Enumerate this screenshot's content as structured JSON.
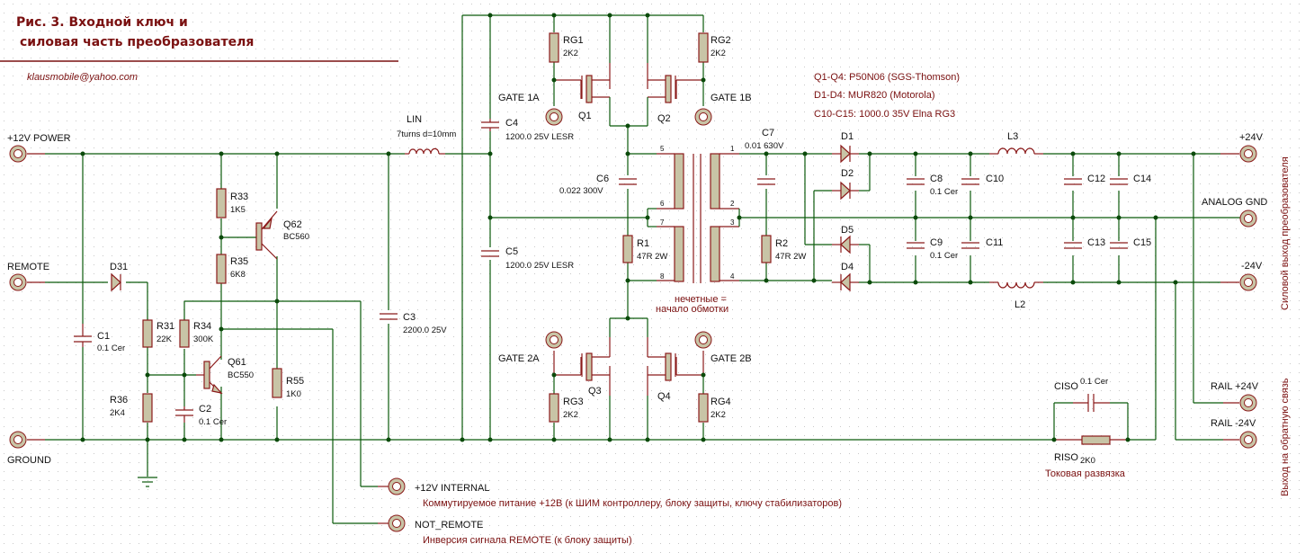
{
  "title": {
    "line1": "Рис. 3. Входной ключ и",
    "line2": "силовая часть преобразователя"
  },
  "author_email": "klausmobile@yahoo.com",
  "notes": {
    "q1_q4": "Q1-Q4: P50N06 (SGS-Thomson)",
    "d1_d4": "D1-D4: MUR820 (Motorola)",
    "c10_c15": "C10-C15: 1000.0 35V Elna RG3",
    "winding": [
      "нечетные =",
      "начало обмотки"
    ],
    "internal_desc": "Коммутируемое питание +12В    (к ШИМ контроллеру, блоку защиты,     ключу стабилизаторов)",
    "not_remote_desc": "Инверсия сигнала REMOTE  (к блоку защиты)",
    "current_isolation": "Токовая развязка",
    "power_output_vertical": "Силовой выход преобразователя",
    "feedback_output_vertical": "Выход на обратную связь"
  },
  "terminals": {
    "power_12v": "+12V POWER",
    "remote": "REMOTE",
    "ground": "GROUND",
    "internal_12v": "+12V INTERNAL",
    "not_remote": "NOT_REMOTE",
    "gate_1a": "GATE 1A",
    "gate_1b": "GATE 1B",
    "gate_2a": "GATE 2A",
    "gate_2b": "GATE 2B",
    "out_pos24": "+24V",
    "analog_gnd": "ANALOG GND",
    "out_neg24": "-24V",
    "rail_pos24": "RAIL +24V",
    "rail_neg24": "RAIL -24V"
  },
  "components": {
    "C1": {
      "ref": "C1",
      "value": "0.1 Cer"
    },
    "C2": {
      "ref": "C2",
      "value": "0.1 Cer"
    },
    "C3": {
      "ref": "C3",
      "value": "2200.0 25V"
    },
    "C4": {
      "ref": "C4",
      "value": "1200.0 25V LESR"
    },
    "C5": {
      "ref": "C5",
      "value": "1200.0 25V LESR"
    },
    "C6": {
      "ref": "C6",
      "value": "0.022 300V"
    },
    "C7": {
      "ref": "C7",
      "value": "0.01 630V"
    },
    "C8": {
      "ref": "C8",
      "value": "0.1 Cer"
    },
    "C9": {
      "ref": "C9",
      "value": "0.1 Cer"
    },
    "C10": {
      "ref": "C10"
    },
    "C11": {
      "ref": "C11"
    },
    "C12": {
      "ref": "C12"
    },
    "C13": {
      "ref": "C13"
    },
    "C14": {
      "ref": "C14"
    },
    "C15": {
      "ref": "C15"
    },
    "CISO": {
      "ref": "CISO",
      "value": "0.1 Cer"
    },
    "R31": {
      "ref": "R31",
      "value": "22K"
    },
    "R33": {
      "ref": "R33",
      "value": "1K5"
    },
    "R34": {
      "ref": "R34",
      "value": "300K"
    },
    "R35": {
      "ref": "R35",
      "value": "6K8"
    },
    "R36": {
      "ref": "R36",
      "value": "2K4"
    },
    "R55": {
      "ref": "R55",
      "value": "1K0"
    },
    "R1": {
      "ref": "R1",
      "value": "47R 2W"
    },
    "R2": {
      "ref": "R2",
      "value": "47R 2W"
    },
    "RG1": {
      "ref": "RG1",
      "value": "2K2"
    },
    "RG2": {
      "ref": "RG2",
      "value": "2K2"
    },
    "RG3": {
      "ref": "RG3",
      "value": "2K2"
    },
    "RG4": {
      "ref": "RG4",
      "value": "2K2"
    },
    "RISO": {
      "ref": "RISO",
      "value": "2K0"
    },
    "Q61": {
      "ref": "Q61",
      "value": "BC550"
    },
    "Q62": {
      "ref": "Q62",
      "value": "BC560"
    },
    "Q1": {
      "ref": "Q1"
    },
    "Q2": {
      "ref": "Q2"
    },
    "Q3": {
      "ref": "Q3"
    },
    "Q4": {
      "ref": "Q4"
    },
    "D31": {
      "ref": "D31"
    },
    "D1": {
      "ref": "D1"
    },
    "D2": {
      "ref": "D2"
    },
    "D4": {
      "ref": "D4"
    },
    "D5": {
      "ref": "D5"
    },
    "LIN": {
      "ref": "LIN",
      "value": "7turns d=10mm"
    },
    "L2": {
      "ref": "L2"
    },
    "L3": {
      "ref": "L3"
    }
  },
  "transformer_pins": [
    "5",
    "6",
    "7",
    "8",
    "1",
    "2",
    "3",
    "4"
  ]
}
